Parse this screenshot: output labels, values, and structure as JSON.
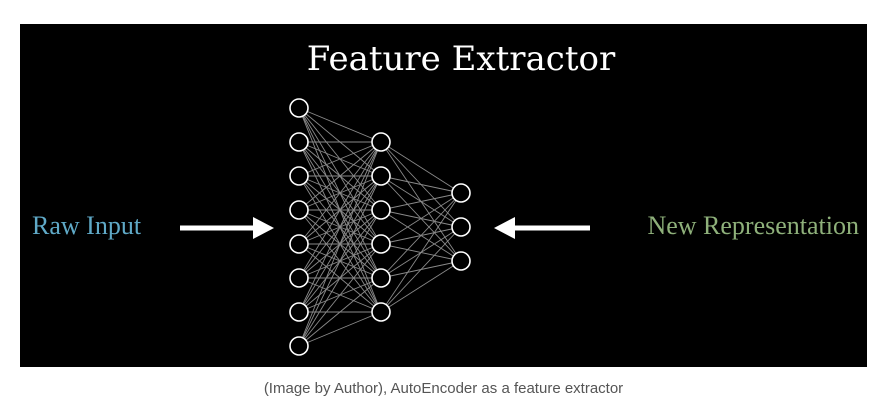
{
  "diagram": {
    "title": "Feature Extractor",
    "left_label": "Raw Input",
    "right_label": "New Representation",
    "colors": {
      "background": "#000000",
      "title": "#ffffff",
      "left_label": "#5fa9c7",
      "right_label": "#8eb07a",
      "arrows": "#ffffff",
      "nodes": "#ffffff",
      "edges": "#8a8a8a"
    },
    "network": {
      "layer_sizes": [
        8,
        6,
        3
      ]
    }
  },
  "caption": "(Image by Author), AutoEncoder as a feature extractor"
}
